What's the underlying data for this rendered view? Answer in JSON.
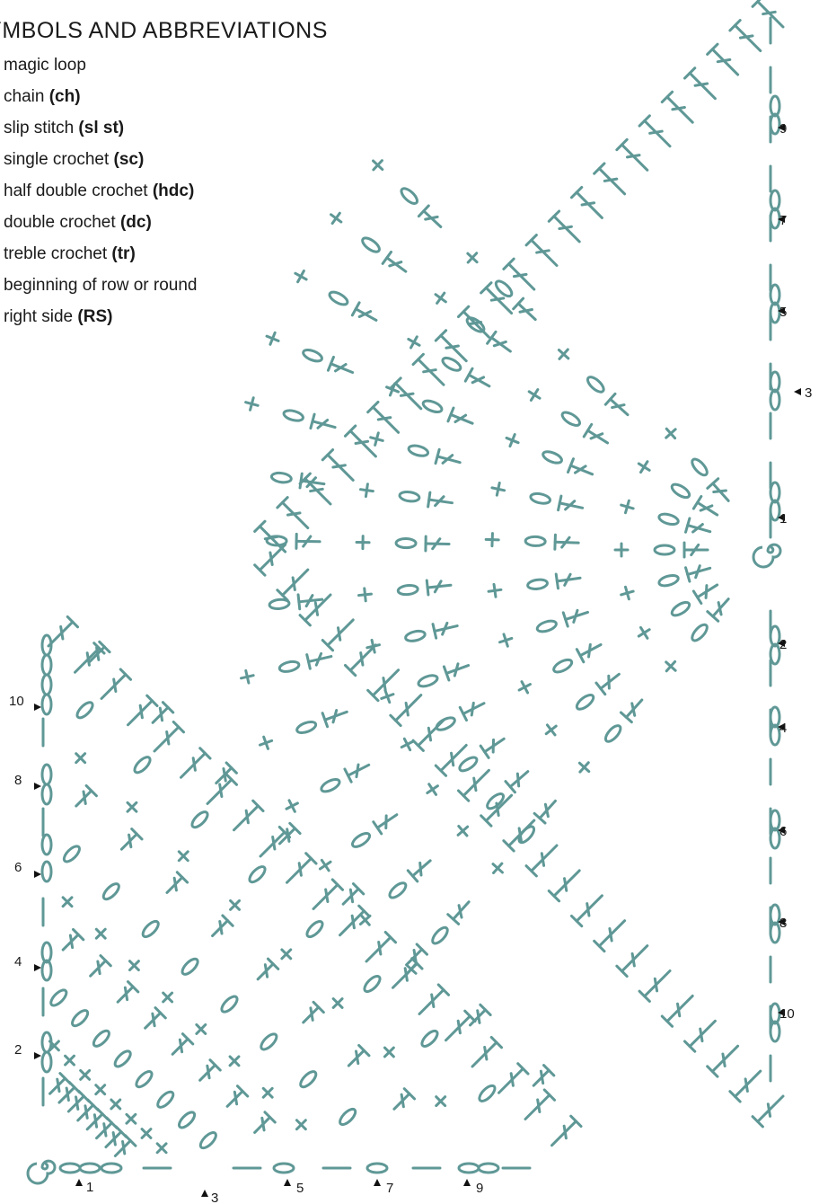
{
  "legend": {
    "title": "SYMBOLS AND ABBREVIATIONS",
    "items": [
      {
        "text": "magic loop",
        "abbr": ""
      },
      {
        "text": "chain",
        "abbr": "(ch)"
      },
      {
        "text": "slip stitch",
        "abbr": "(sl st)"
      },
      {
        "text": "single crochet",
        "abbr": "(sc)"
      },
      {
        "text": "half double crochet",
        "abbr": "(hdc)"
      },
      {
        "text": "double crochet",
        "abbr": "(dc)"
      },
      {
        "text": "treble crochet",
        "abbr": "(tr)"
      },
      {
        "text": "beginning of row or round",
        "abbr": ""
      },
      {
        "text": "right side",
        "abbr": "(RS)"
      }
    ]
  },
  "stitch_color": "#5f9896",
  "diagrams": {
    "large_triangle": {
      "row_labels": [
        "9",
        "7",
        "5",
        "3",
        "1",
        "2",
        "4",
        "6",
        "8",
        "10"
      ]
    },
    "small_triangle": {
      "left_row_labels": [
        "10",
        "8",
        "6",
        "4",
        "2"
      ],
      "bottom_row_labels": [
        "1",
        "3",
        "5",
        "7",
        "9"
      ]
    }
  }
}
